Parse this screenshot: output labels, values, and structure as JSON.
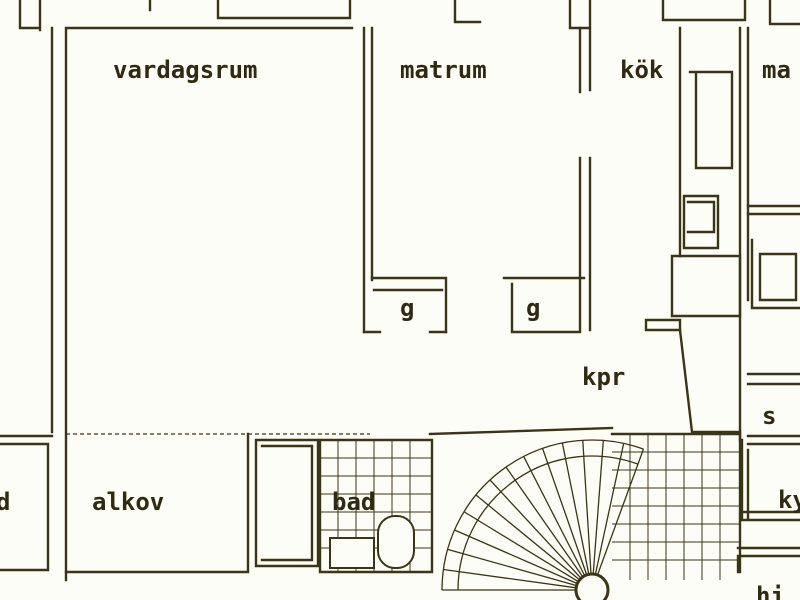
{
  "rooms": {
    "vardagsrum": "vardagsrum",
    "matrum": "matrum",
    "kok": "kök",
    "matrum_right": "ma",
    "kpr": "kpr",
    "alkov": "alkov",
    "bad": "bad",
    "left_d": "d",
    "right_s": "s",
    "right_ky": "ky",
    "right_hi": "hi",
    "g_left": "g",
    "g_right": "g"
  },
  "colors": {
    "ink": "#3a3514",
    "paper": "#fdfdf8"
  }
}
